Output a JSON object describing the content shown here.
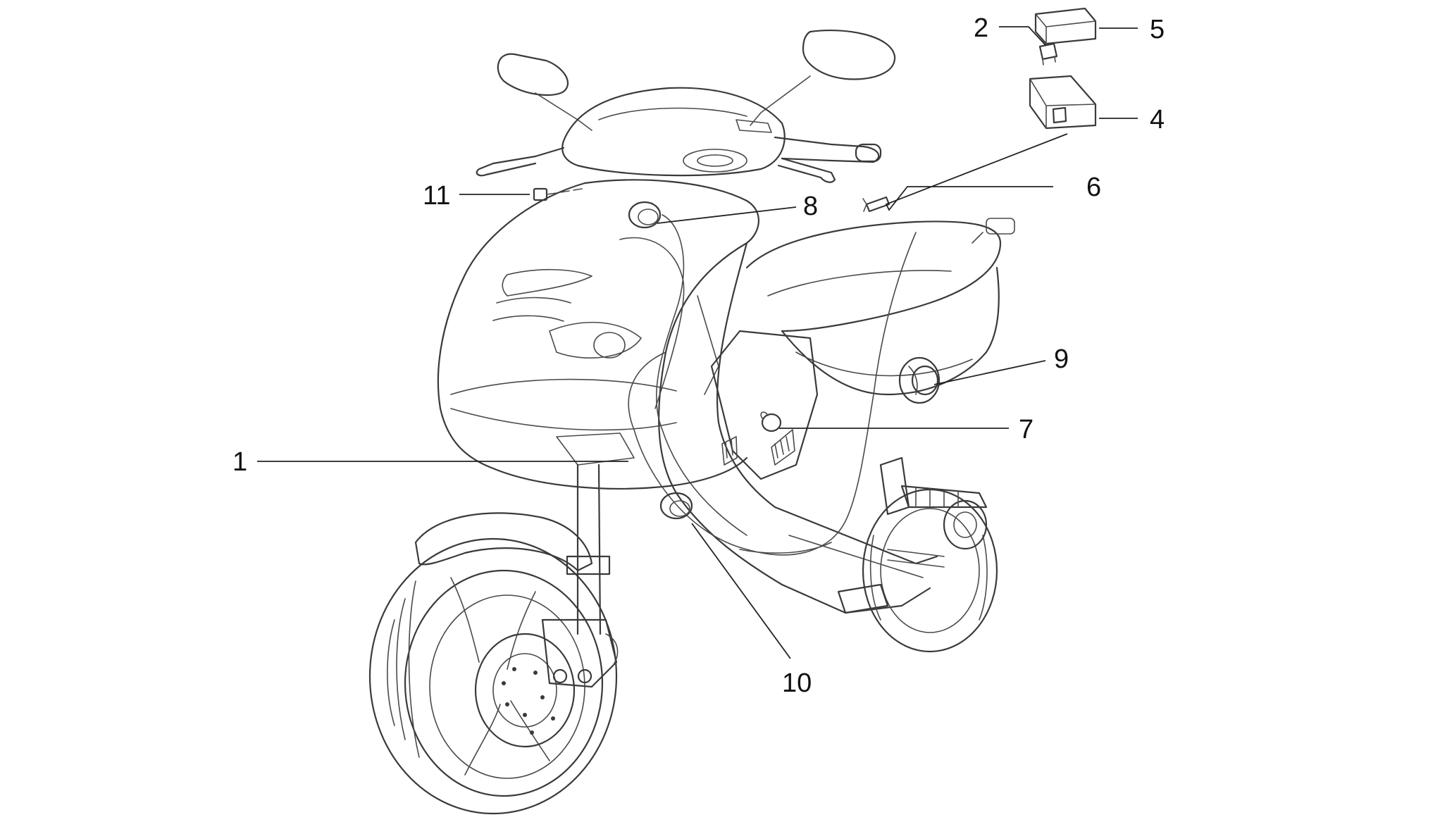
{
  "callouts": [
    {
      "id": "1",
      "label": "1"
    },
    {
      "id": "2",
      "label": "2"
    },
    {
      "id": "4",
      "label": "4"
    },
    {
      "id": "5",
      "label": "5"
    },
    {
      "id": "6",
      "label": "6"
    },
    {
      "id": "7",
      "label": "7"
    },
    {
      "id": "8",
      "label": "8"
    },
    {
      "id": "9",
      "label": "9"
    },
    {
      "id": "10",
      "label": "10"
    },
    {
      "id": "11",
      "label": "11"
    }
  ],
  "colors": {
    "line": "#3a3a3a",
    "background": "#ffffff"
  }
}
